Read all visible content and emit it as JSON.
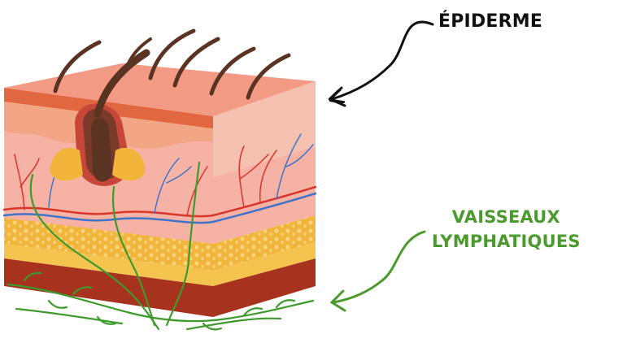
{
  "labels": {
    "epidermis": "ÉPIDERME",
    "vessels_line1": "VAISSEAUX",
    "vessels_line2": "LYMPHATIQUES"
  },
  "colors": {
    "epidermis_label": "#111111",
    "vessels_label": "#4a9a2e",
    "lymph_vessel": "#3e9a2c",
    "blood_red": "#d9362a",
    "blood_blue": "#3f74c9",
    "hair": "#5a3323",
    "fat": "#f2b53c",
    "dermis": "#f6b2a4"
  }
}
